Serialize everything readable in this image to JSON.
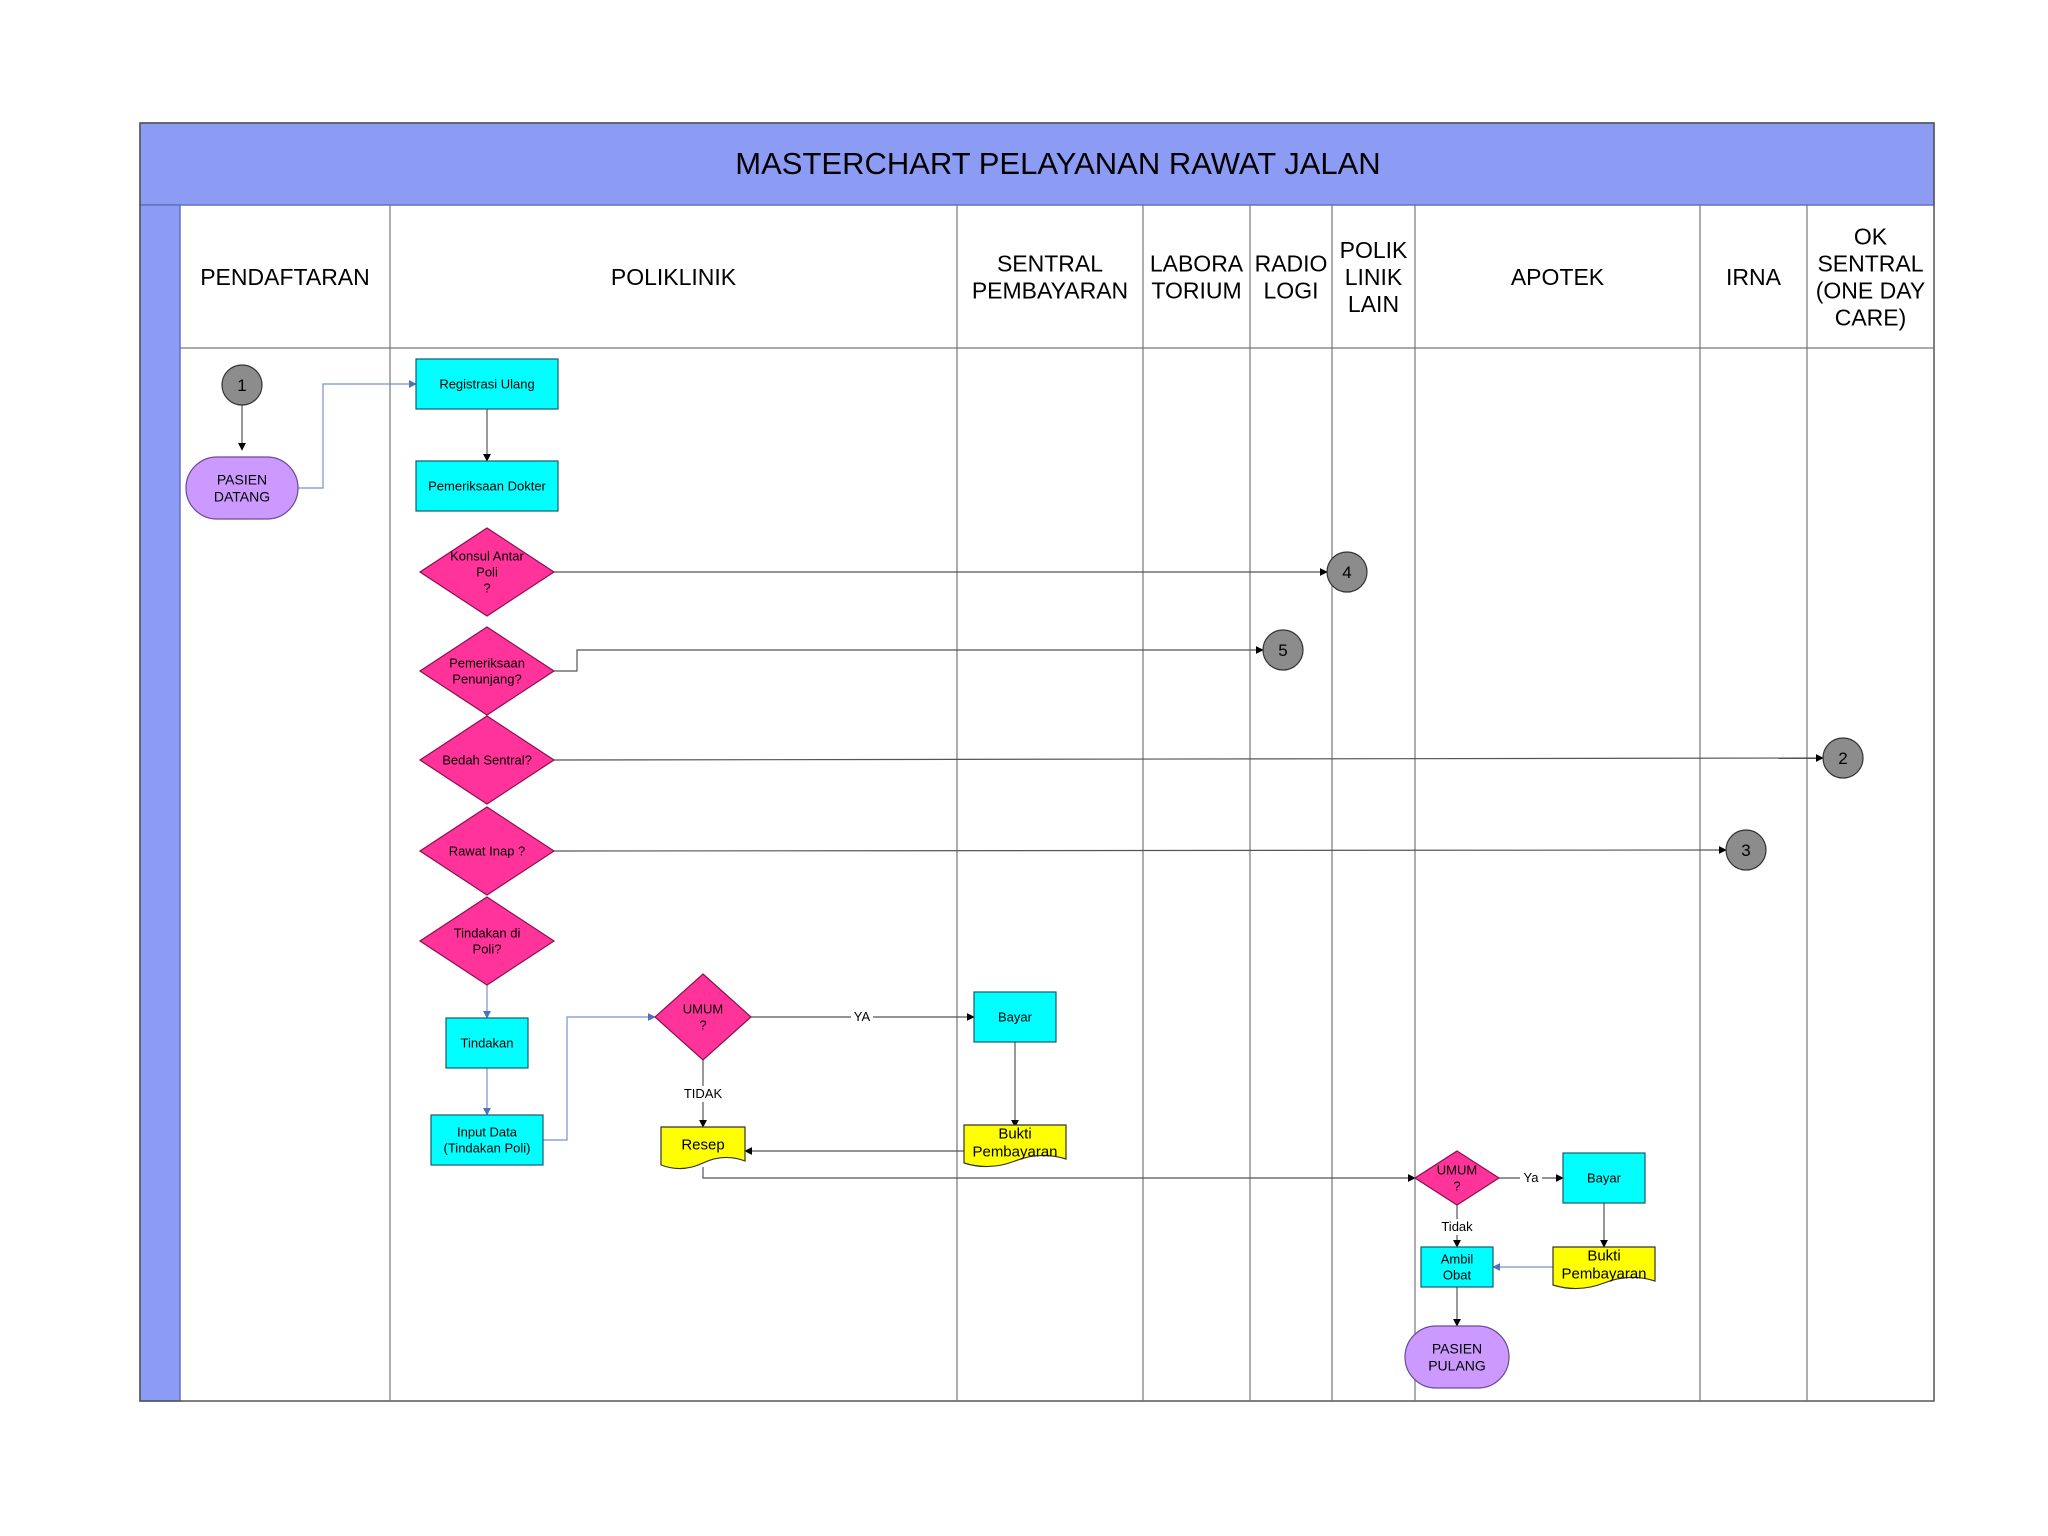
{
  "title": "MASTERCHART PELAYANAN RAWAT JALAN",
  "colors": {
    "header_band": "#8c9cf4",
    "process": "#00ffff",
    "decision": "#ff3399",
    "terminal": "#cc99ff",
    "document": "#ffff00",
    "connector": "#8c8c8c",
    "line": "#000000",
    "link_line": "#7a8fd1"
  },
  "lanes": [
    {
      "lines": [
        "PENDAFTARAN"
      ]
    },
    {
      "lines": [
        "POLIKLINIK"
      ]
    },
    {
      "lines": [
        "SENTRAL",
        "PEMBAYARAN"
      ]
    },
    {
      "lines": [
        "LABORA",
        "TORIUM"
      ]
    },
    {
      "lines": [
        "RADIO",
        "LOGI"
      ]
    },
    {
      "lines": [
        "POLIK",
        "LINIK",
        "LAIN"
      ]
    },
    {
      "lines": [
        "APOTEK"
      ]
    },
    {
      "lines": [
        "IRNA"
      ]
    },
    {
      "lines": [
        "OK",
        "SENTRAL",
        "(ONE DAY",
        "CARE)"
      ]
    }
  ],
  "nodes": [
    {
      "id": "c1",
      "shape": "connector",
      "lines": [
        "1"
      ]
    },
    {
      "id": "pasien_datang",
      "shape": "terminal",
      "lines": [
        "PASIEN",
        "DATANG"
      ]
    },
    {
      "id": "registrasi",
      "shape": "process",
      "lines": [
        "Registrasi Ulang"
      ]
    },
    {
      "id": "pemeriksaan_dokter",
      "shape": "process",
      "lines": [
        "Pemeriksaan Dokter"
      ]
    },
    {
      "id": "konsul",
      "shape": "decision",
      "lines": [
        "Konsul Antar",
        "Poli",
        "?"
      ]
    },
    {
      "id": "penunjang",
      "shape": "decision",
      "lines": [
        "Pemeriksaan",
        "Penunjang?"
      ]
    },
    {
      "id": "bedah",
      "shape": "decision",
      "lines": [
        "Bedah Sentral?"
      ]
    },
    {
      "id": "rawat_inap",
      "shape": "decision",
      "lines": [
        "Rawat Inap ?"
      ]
    },
    {
      "id": "tindakan_poli",
      "shape": "decision",
      "lines": [
        "Tindakan di",
        "Poli?"
      ]
    },
    {
      "id": "tindakan",
      "shape": "process",
      "lines": [
        "Tindakan"
      ]
    },
    {
      "id": "input_data",
      "shape": "process",
      "lines": [
        "Input Data",
        "(Tindakan Poli)"
      ]
    },
    {
      "id": "umum1",
      "shape": "decision",
      "lines": [
        "UMUM",
        "?"
      ]
    },
    {
      "id": "resep",
      "shape": "document",
      "lines": [
        "Resep"
      ]
    },
    {
      "id": "bayar1",
      "shape": "process",
      "lines": [
        "Bayar"
      ]
    },
    {
      "id": "bukti1",
      "shape": "document",
      "lines": [
        "Bukti",
        "Pembayaran"
      ]
    },
    {
      "id": "c4",
      "shape": "connector",
      "lines": [
        "4"
      ]
    },
    {
      "id": "c5",
      "shape": "connector",
      "lines": [
        "5"
      ]
    },
    {
      "id": "c2",
      "shape": "connector",
      "lines": [
        "2"
      ]
    },
    {
      "id": "c3",
      "shape": "connector",
      "lines": [
        "3"
      ]
    },
    {
      "id": "umum2",
      "shape": "decision",
      "lines": [
        "UMUM",
        "?"
      ]
    },
    {
      "id": "bayar2",
      "shape": "process",
      "lines": [
        "Bayar"
      ]
    },
    {
      "id": "bukti2",
      "shape": "document",
      "lines": [
        "Bukti",
        "Pembayaran"
      ]
    },
    {
      "id": "ambil_obat",
      "shape": "process",
      "lines": [
        "Ambil",
        "Obat"
      ]
    },
    {
      "id": "pasien_pulang",
      "shape": "terminal",
      "lines": [
        "PASIEN",
        "PULANG"
      ]
    }
  ],
  "edges": [
    {
      "from": "c1",
      "to": "pasien_datang",
      "label": ""
    },
    {
      "from": "pasien_datang",
      "to": "registrasi",
      "label": ""
    },
    {
      "from": "registrasi",
      "to": "pemeriksaan_dokter",
      "label": ""
    },
    {
      "from": "konsul",
      "to": "c4",
      "label": ""
    },
    {
      "from": "penunjang",
      "to": "c5",
      "label": ""
    },
    {
      "from": "bedah",
      "to": "c2",
      "label": ""
    },
    {
      "from": "rawat_inap",
      "to": "c3",
      "label": ""
    },
    {
      "from": "tindakan_poli",
      "to": "tindakan",
      "label": ""
    },
    {
      "from": "tindakan",
      "to": "input_data",
      "label": ""
    },
    {
      "from": "input_data",
      "to": "umum1",
      "label": ""
    },
    {
      "from": "umum1",
      "to": "bayar1",
      "label": "YA"
    },
    {
      "from": "umum1",
      "to": "resep",
      "label": "TIDAK"
    },
    {
      "from": "bayar1",
      "to": "bukti1",
      "label": ""
    },
    {
      "from": "bukti1",
      "to": "resep",
      "label": ""
    },
    {
      "from": "resep",
      "to": "umum2",
      "label": ""
    },
    {
      "from": "umum2",
      "to": "bayar2",
      "label": "Ya"
    },
    {
      "from": "umum2",
      "to": "ambil_obat",
      "label": "Tidak"
    },
    {
      "from": "bayar2",
      "to": "bukti2",
      "label": ""
    },
    {
      "from": "bukti2",
      "to": "ambil_obat",
      "label": ""
    },
    {
      "from": "ambil_obat",
      "to": "pasien_pulang",
      "label": ""
    }
  ]
}
